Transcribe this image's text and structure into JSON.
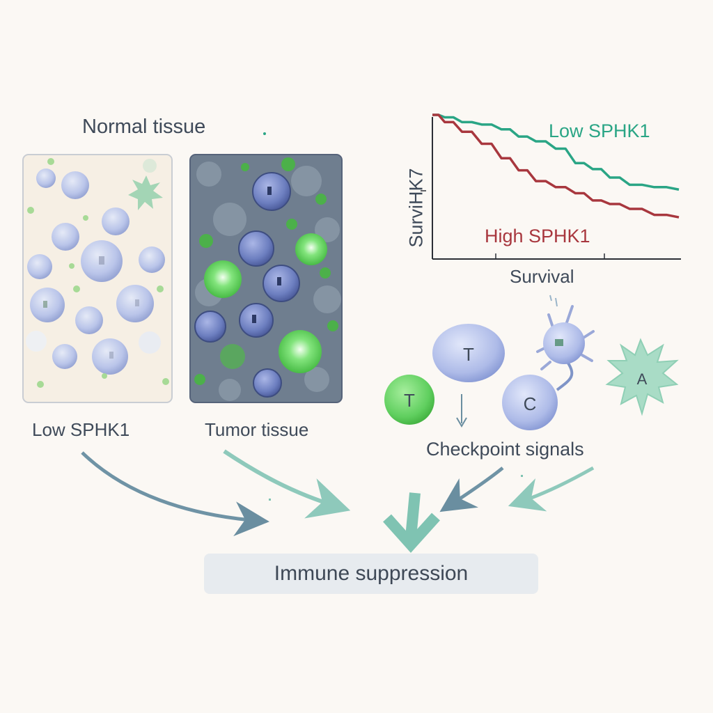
{
  "labels": {
    "normal_tissue": "Normal tissue",
    "low_sphk1": "Low SPHK1",
    "tumor_tissue": "Tumor tissue",
    "checkpoint_signals": "Checkpoint signals",
    "immune_suppression": "Immune suppression"
  },
  "cell_letters": {
    "t_big": "T",
    "t_green": "T",
    "c": "C",
    "dendritic": "A"
  },
  "colors": {
    "background": "#fbf8f4",
    "teal": "#2aa585",
    "red": "#a8373e",
    "cell_blue": "#a9b8e4",
    "cell_green": "#5fd064",
    "tumor_bg": "#6e7d8d",
    "arrow_blue": "#6a8ea0",
    "arrow_teal": "#7fc3b2"
  },
  "chart_data": {
    "type": "line",
    "ylabel": "SurviHK7",
    "xlabel": "Survival",
    "series": [
      {
        "name": "Low SPHK1",
        "x": [
          0,
          0.05,
          0.12,
          0.2,
          0.28,
          0.35,
          0.42,
          0.5,
          0.58,
          0.65,
          0.72,
          0.8,
          0.9,
          1.0
        ],
        "y": [
          1.0,
          0.98,
          0.94,
          0.92,
          0.88,
          0.82,
          0.78,
          0.72,
          0.6,
          0.55,
          0.48,
          0.42,
          0.4,
          0.38
        ]
      },
      {
        "name": "High SPHK1",
        "x": [
          0,
          0.05,
          0.12,
          0.2,
          0.28,
          0.35,
          0.42,
          0.5,
          0.58,
          0.65,
          0.72,
          0.8,
          0.9,
          1.0
        ],
        "y": [
          1.0,
          0.94,
          0.86,
          0.76,
          0.64,
          0.54,
          0.45,
          0.4,
          0.35,
          0.29,
          0.26,
          0.22,
          0.17,
          0.15
        ]
      }
    ],
    "xlim": [
      0,
      1
    ],
    "ylim": [
      0,
      1
    ]
  }
}
